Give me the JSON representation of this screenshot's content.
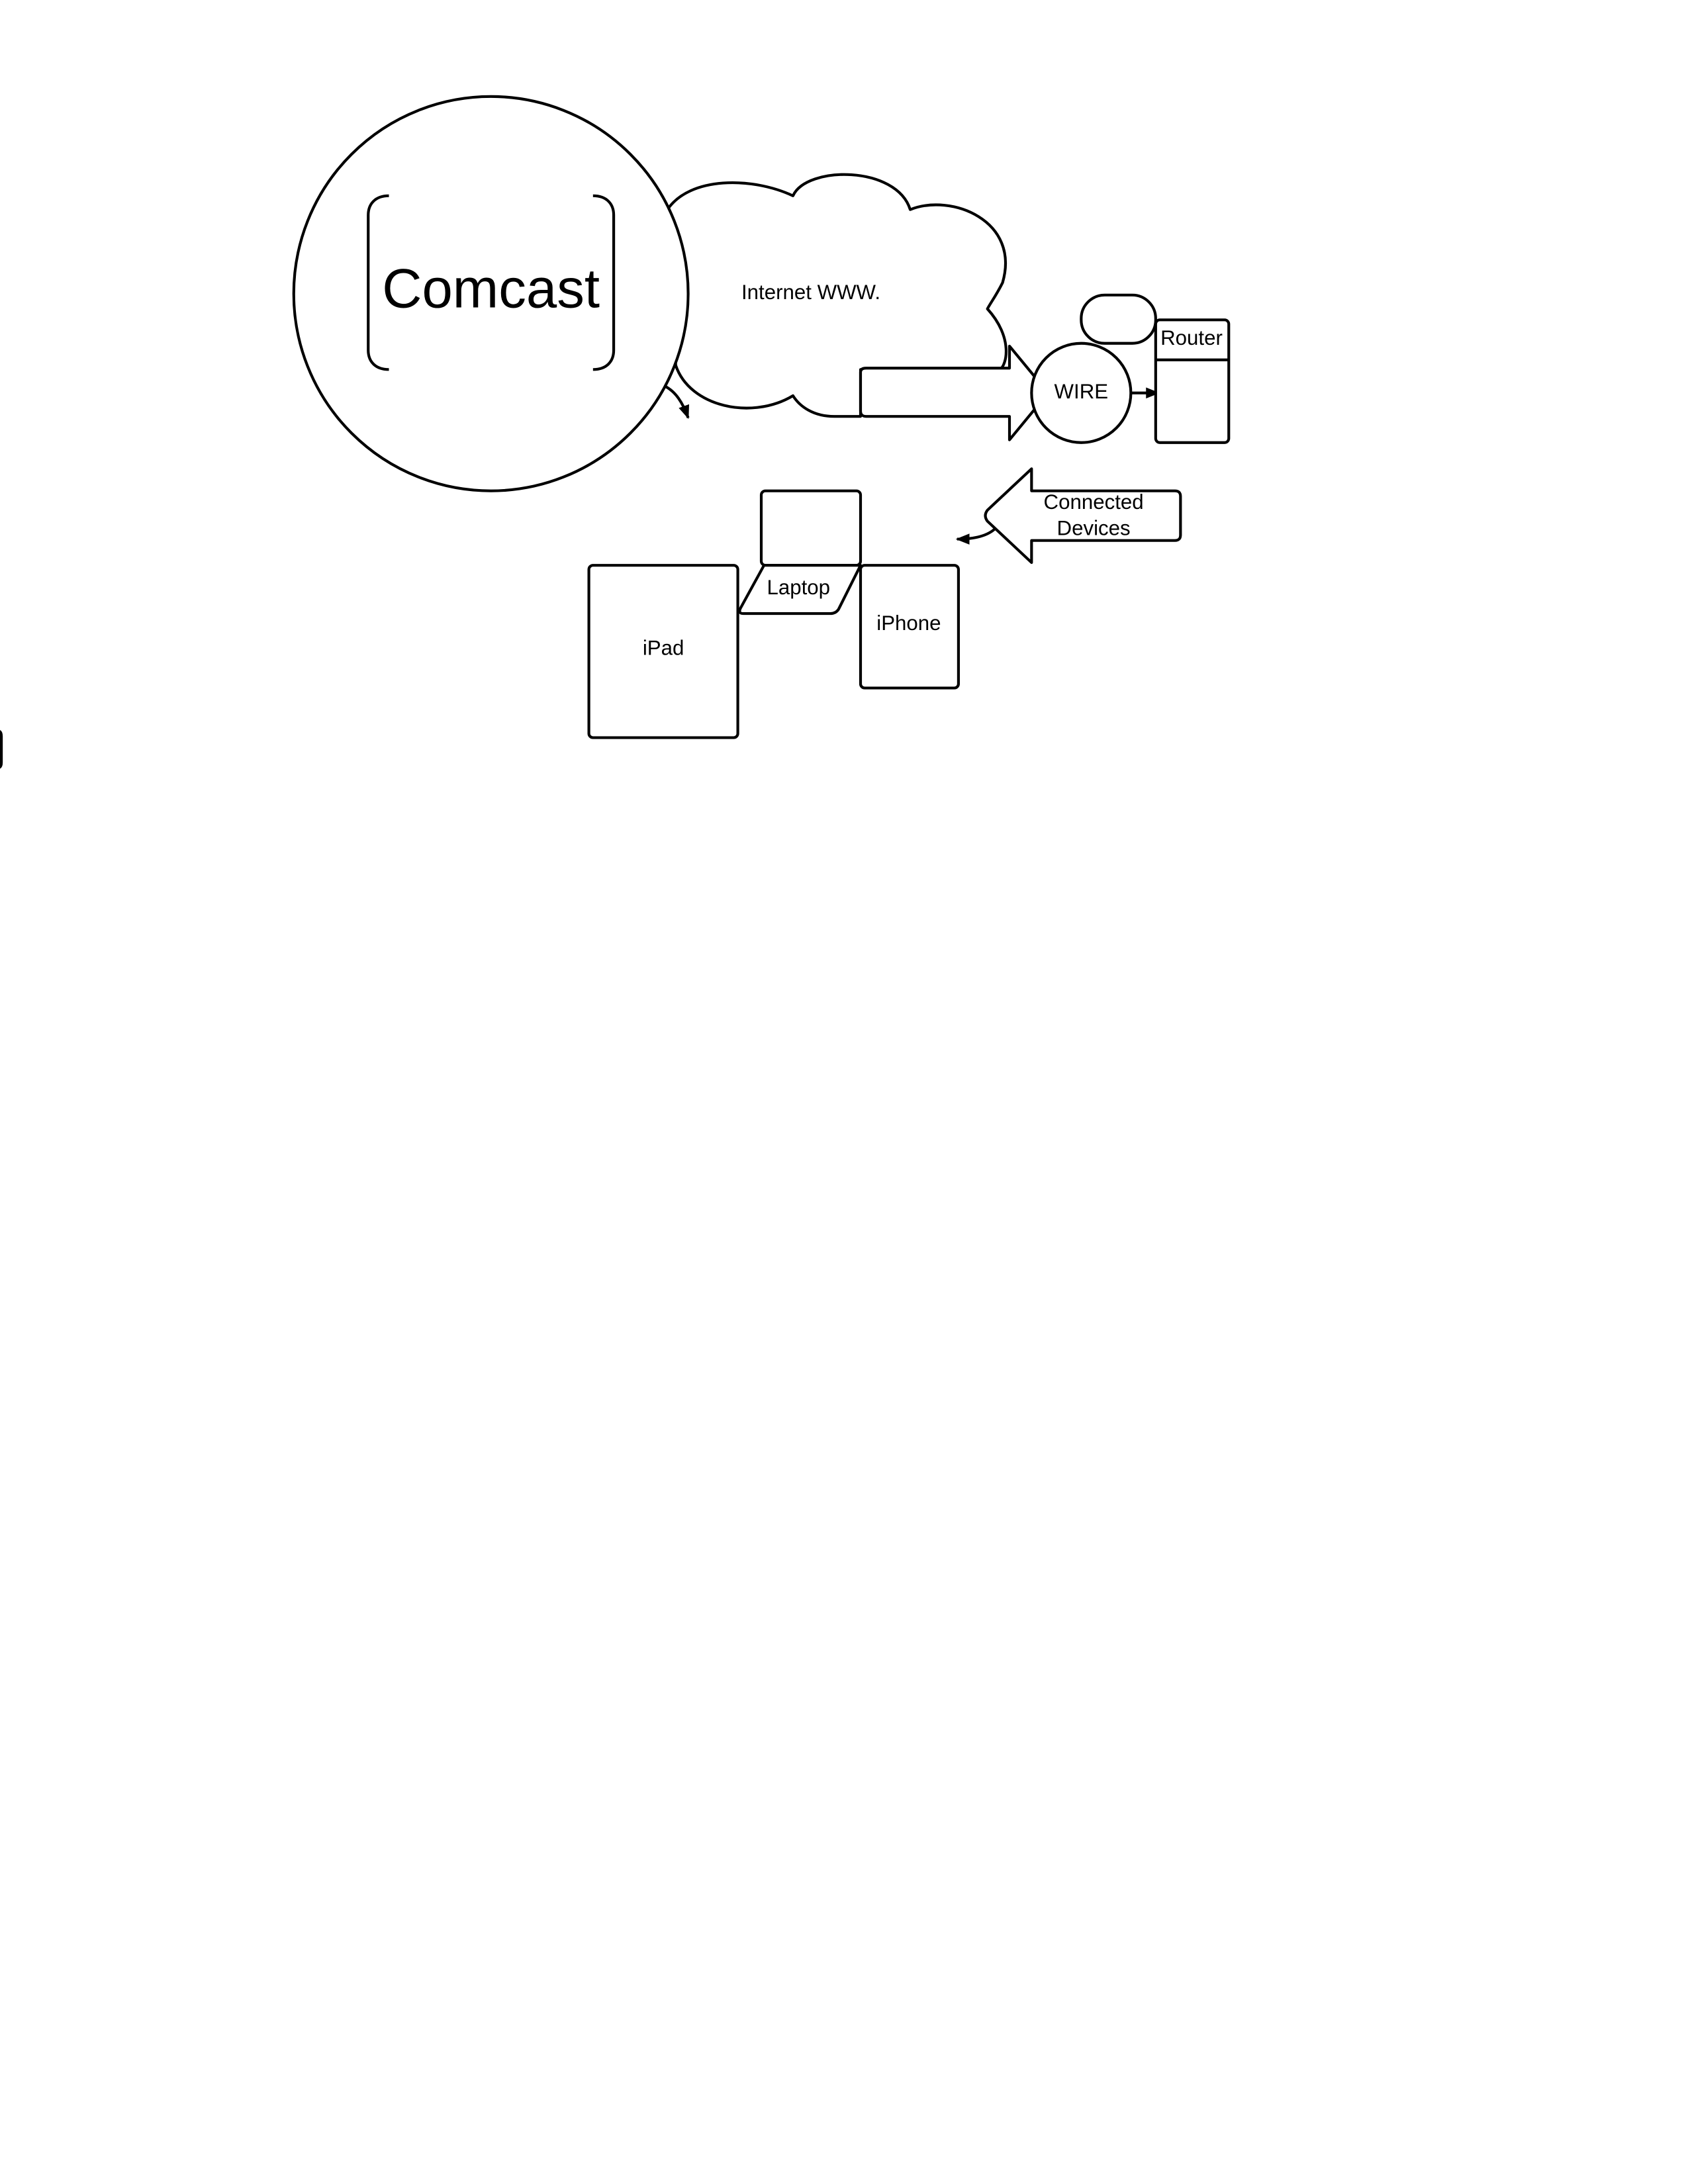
{
  "diagram": {
    "comcast": "Comcast",
    "internet": "Internet WWW.",
    "wire": "WIRE",
    "router": "Router",
    "connected_devices": [
      "Connected",
      "Devices"
    ],
    "laptop": "Laptop",
    "ipad": "iPad",
    "iphone": "iPhone"
  }
}
